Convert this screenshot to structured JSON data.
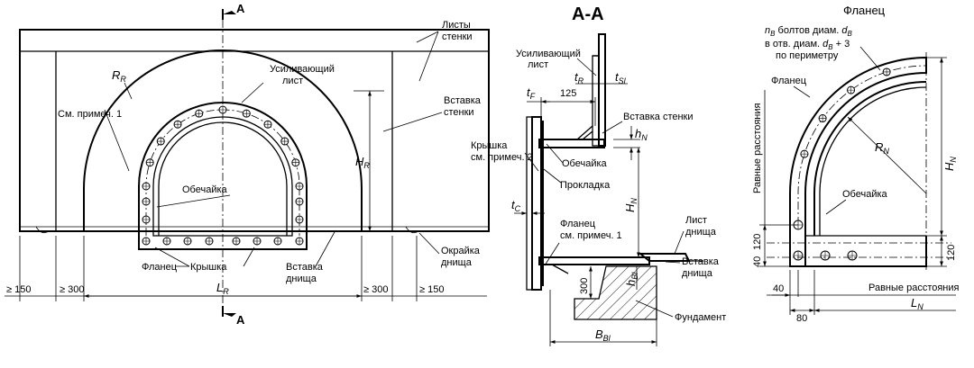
{
  "front": {
    "rr": "R",
    "rr_sub": "R",
    "see_note1": "См. примеч. 1",
    "reinforcing_1": "Усиливающий",
    "reinforcing_2": "лист",
    "sheets_1": "Листы",
    "sheets_2": "стенки",
    "insert_wall_1": "Вставка",
    "insert_wall_2": "стенки",
    "shell": "Обечайка",
    "hr": "H",
    "hr_sub": "R",
    "flange": "Фланец",
    "cover": "Крышка",
    "insert_bottom_1": "Вставка",
    "insert_bottom_2": "днища",
    "edge_1": "Окрайка",
    "edge_2": "днища",
    "dim_150": "≥ 150",
    "dim_300": "≥ 300",
    "lr": "L",
    "lr_sub": "R",
    "section_a": "A"
  },
  "section": {
    "title": "А-А",
    "reinforcing_1": "Усиливающий",
    "reinforcing_2": "лист",
    "tr": "t",
    "tr_sub": "R",
    "tsl": "t",
    "tsl_sub": "Sl",
    "tf": "t",
    "tf_sub": "F",
    "d125": "125",
    "insert_wall": "Вставка стенки",
    "hn": "h",
    "hn_sub": "N",
    "cover_1": "Крышка",
    "cover_2": "см. примеч. 2",
    "shell": "Обечайка",
    "gasket": "Прокладка",
    "tc": "t",
    "tc_sub": "C",
    "HN": "H",
    "HN_sub": "N",
    "flange_1": "Фланец",
    "flange_2": "см. примеч. 1",
    "sheet_1": "Лист",
    "sheet_2": "днища",
    "insert_bottom_1": "Вставка",
    "insert_bottom_2": "днища",
    "d300": "300",
    "hbl": "h",
    "hbl_sub": "Bl",
    "foundation": "Фундамент",
    "bbl": "B",
    "bbl_sub": "Bl"
  },
  "flange": {
    "title": "Фланец",
    "bolts_1a": "n",
    "bolts_1a_sub": "B",
    "bolts_1b": " болтов диам. ",
    "bolts_1c": "d",
    "bolts_1c_sub": "B",
    "bolts_2a": "в отв. диам. ",
    "bolts_2b": "d",
    "bolts_2b_sub": "B",
    "bolts_2c": " + 3",
    "bolts_3": "по периметру",
    "flange": "Фланец",
    "equal_spacing_v": "Равные расстояния",
    "rn": "R",
    "rn_sub": "N",
    "hn": "H",
    "hn_sub": "N",
    "shell": "Обечайка",
    "d120a": "120",
    "d40a": "40",
    "d120b": "120",
    "equal_spacing_h": "Равные расстояния",
    "d40b": "40",
    "d80": "80",
    "ln": "L",
    "ln_sub": "N"
  }
}
